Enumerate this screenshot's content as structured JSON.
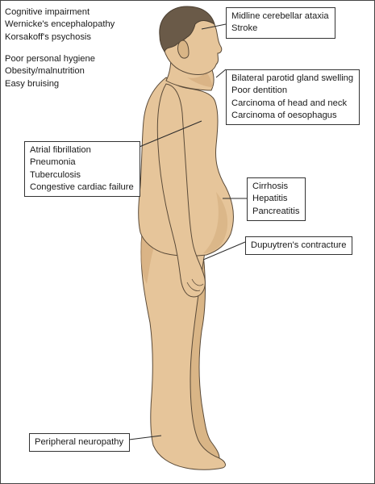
{
  "title": "",
  "colors": {
    "skin": "#e6c59a",
    "skin_shadow": "#cfa676",
    "outline": "#5a4a38",
    "hair": "#6a5a48",
    "leader_line": "#2a2a2a",
    "box_border": "#333333"
  },
  "labels": {
    "brain": [
      "Cognitive impairment",
      "Wernicke's encephalopathy",
      "Korsakoff's psychosis"
    ],
    "general": [
      "Poor personal hygiene",
      "Obesity/malnutrition",
      "Easy bruising"
    ],
    "cerebellar": [
      "Midline cerebellar ataxia",
      "Stroke"
    ],
    "head_neck": [
      "Bilateral parotid gland swelling",
      "Poor dentition",
      "Carcinoma of head and neck",
      "Carcinoma of oesophagus"
    ],
    "chest": [
      "Atrial fibrillation",
      "Pneumonia",
      "Tuberculosis",
      "Congestive cardiac failure"
    ],
    "abdomen": [
      "Cirrhosis",
      "Hepatitis",
      "Pancreatitis"
    ],
    "hand": [
      "Dupuytren's contracture"
    ],
    "feet": [
      "Peripheral neuropathy"
    ]
  }
}
